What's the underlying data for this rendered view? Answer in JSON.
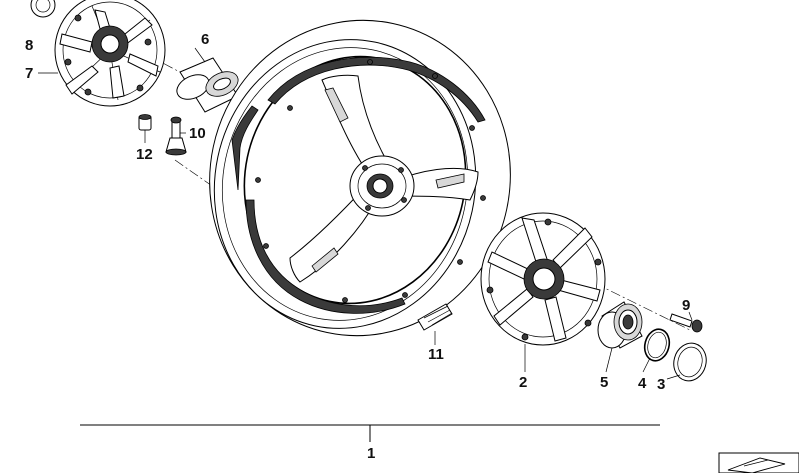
{
  "callouts": {
    "c1": "1",
    "c2": "2",
    "c3": "3",
    "c4": "4",
    "c5": "5",
    "c6": "6",
    "c7": "7",
    "c8": "8",
    "c9": "9",
    "c10": "10",
    "c11": "11",
    "c12": "12"
  },
  "icons": {
    "corner": "parts-catalog-icon"
  }
}
